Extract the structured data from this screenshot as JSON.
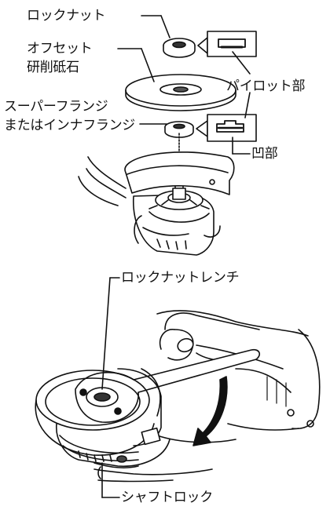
{
  "labels": {
    "lock_nut": "ロックナット",
    "offset_wheel_line1": "オフセット",
    "offset_wheel_line2": "研削砥石",
    "pilot_part": "パイロット部",
    "super_flange_line1": "スーパーフランジ",
    "super_flange_line2": "またはインナフランジ",
    "recess": "凹部",
    "lock_nut_wrench": "ロックナットレンチ",
    "shaft_lock": "シャフトロック"
  }
}
